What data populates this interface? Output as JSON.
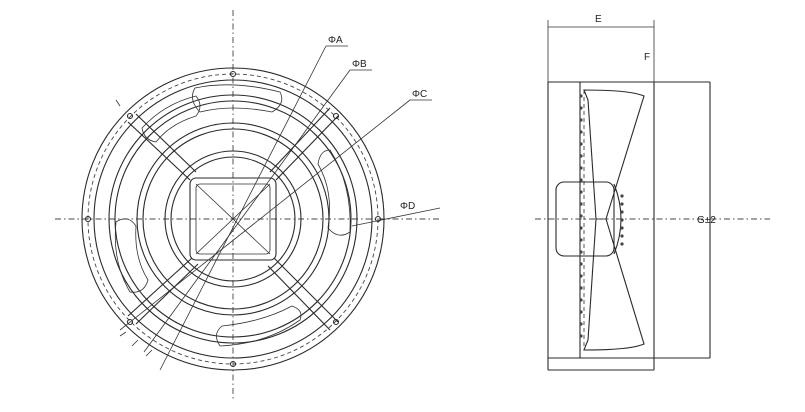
{
  "labels": {
    "dim_a": "ΦA",
    "dim_b": "ΦB",
    "dim_c": "ΦC",
    "dim_d": "ΦD",
    "dim_e": "E",
    "dim_f": "F",
    "dim_g": "G±2"
  }
}
